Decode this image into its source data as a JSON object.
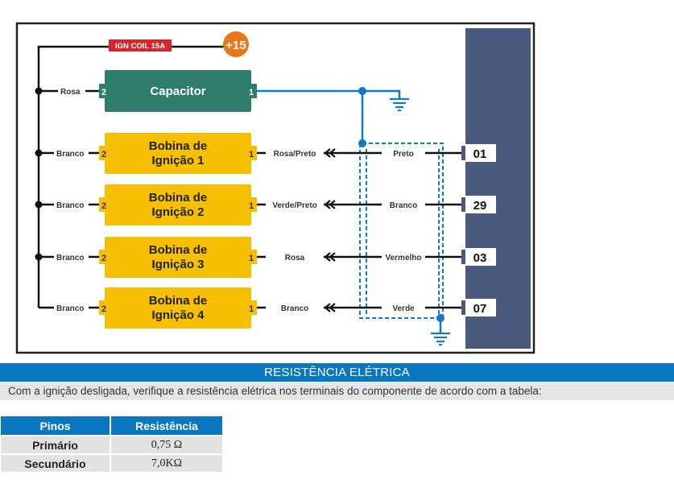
{
  "diagram": {
    "fuse_label": "IGN COIL 15A",
    "supply_label": "+15",
    "capacitor": {
      "name": "Capacitor",
      "pin_left": "2",
      "pin_right": "1",
      "wire_left": "Rosa"
    },
    "coils": [
      {
        "line1": "Bobina de",
        "line2": "Ignição 1",
        "pin_left": "2",
        "pin_right": "1",
        "wire_left": "Branco",
        "wire_right": "Rosa/Preto",
        "wire_ecu": "Preto",
        "ecu_pin": "01"
      },
      {
        "line1": "Bobina de",
        "line2": "Ignição 2",
        "pin_left": "2",
        "pin_right": "1",
        "wire_left": "Branco",
        "wire_right": "Verde/Preto",
        "wire_ecu": "Branco",
        "ecu_pin": "29"
      },
      {
        "line1": "Bobina de",
        "line2": "Ignição 3",
        "pin_left": "2",
        "pin_right": "1",
        "wire_left": "Branco",
        "wire_right": "Rosa",
        "wire_ecu": "Vermelho",
        "ecu_pin": "03"
      },
      {
        "line1": "Bobina de",
        "line2": "Ignição 4",
        "pin_left": "2",
        "pin_right": "1",
        "wire_left": "Branco",
        "wire_right": "Branco",
        "wire_ecu": "Verde",
        "ecu_pin": "07"
      }
    ],
    "colors": {
      "fuse": "#d9262c",
      "supply": "#e8761c",
      "capacitor": "#2f7d6d",
      "coil": "#f6c000",
      "ground_wire": "#1279c4",
      "ecu": "#4a5a7e"
    }
  },
  "section": {
    "title": "RESISTÊNCIA ELÉTRICA",
    "instruction": "Com a ignição desligada, verifique a resistência elétrica nos terminais do componente de acordo com a tabela:"
  },
  "table": {
    "headers": [
      "Pinos",
      "Resistência"
    ],
    "rows": [
      [
        "Primário",
        "0,75 Ω"
      ],
      [
        "Secundário",
        "7,0KΩ"
      ]
    ]
  }
}
